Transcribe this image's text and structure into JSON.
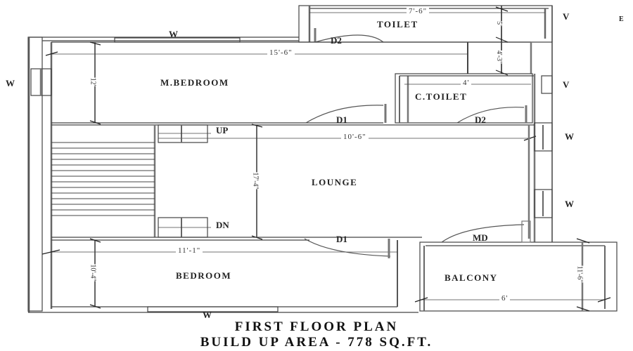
{
  "plan": {
    "title": "FIRST FLOOR PLAN",
    "subtitle": "BUILD UP AREA - 778 SQ.FT."
  },
  "rooms": [
    {
      "id": "toilet",
      "label": "TOILET",
      "width_dim": "7'-6\"",
      "height_dim": "5'"
    },
    {
      "id": "m-bedroom",
      "label": "M.BEDROOM",
      "width_dim": "15'-6\"",
      "height_dim": "12'"
    },
    {
      "id": "c-toilet",
      "label": "C.TOILET",
      "width_dim": "4'",
      "height_dim": "4'"
    },
    {
      "id": "lounge",
      "label": "LOUNGE",
      "width_dim": "10'-6\"",
      "height_dim": "17'-4\""
    },
    {
      "id": "bedroom",
      "label": "BEDROOM",
      "width_dim": "11'-1\"",
      "height_dim": "10'-4\""
    },
    {
      "id": "balcony",
      "label": "BALCONY",
      "width_dim": "6'",
      "height_dim": "11'-6\""
    }
  ],
  "passage_dim": "4'-3\"",
  "doors": {
    "d2_toilet": "D2",
    "d1_mbedroom": "D1",
    "d2_ctoilet": "D2",
    "d1_bedroom": "D1",
    "md_balcony": "MD"
  },
  "stairs": {
    "up": "UP",
    "dn": "DN"
  },
  "openings": {
    "window": "W",
    "ventilator": "V"
  },
  "markers": {
    "top_right_mark": "E"
  }
}
